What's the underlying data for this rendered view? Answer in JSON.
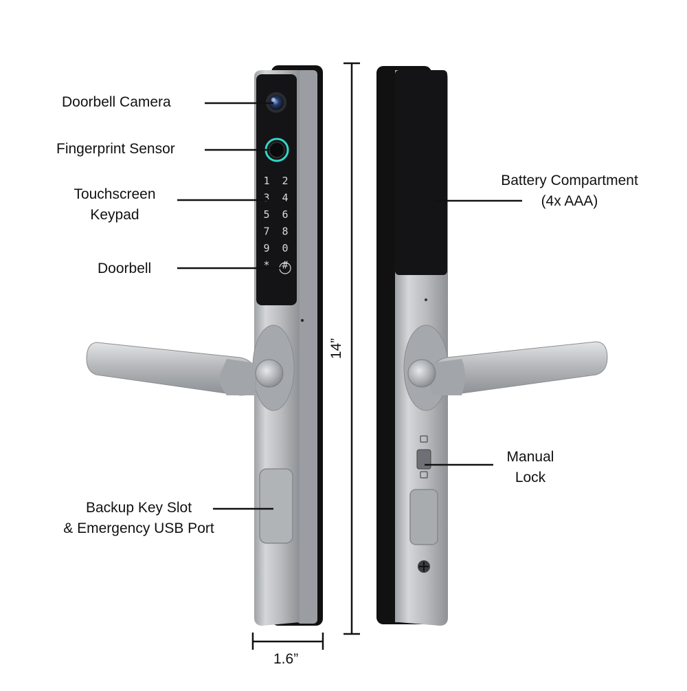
{
  "labels": {
    "doorbell_camera": "Doorbell Camera",
    "fingerprint_sensor": "Fingerprint Sensor",
    "touchscreen_keypad": [
      "Touchscreen",
      "Keypad"
    ],
    "doorbell": "Doorbell",
    "backup_key_slot": [
      "Backup Key Slot",
      "& Emergency USB Port"
    ],
    "battery_compartment": [
      "Battery Compartment",
      "(4x AAA)"
    ],
    "manual_lock": [
      "Manual",
      "Lock"
    ]
  },
  "dimensions": {
    "height": "14”",
    "width": "1.6”"
  },
  "keypad": {
    "keys": [
      "1",
      "2",
      "3",
      "4",
      "5",
      "6",
      "7",
      "8",
      "9",
      "0",
      "*",
      "#"
    ]
  },
  "colors": {
    "body_silver": "#b9bbbe",
    "panel_black": "#141416",
    "fingerprint_ring": "#2fd8c8",
    "line": "#111111"
  }
}
